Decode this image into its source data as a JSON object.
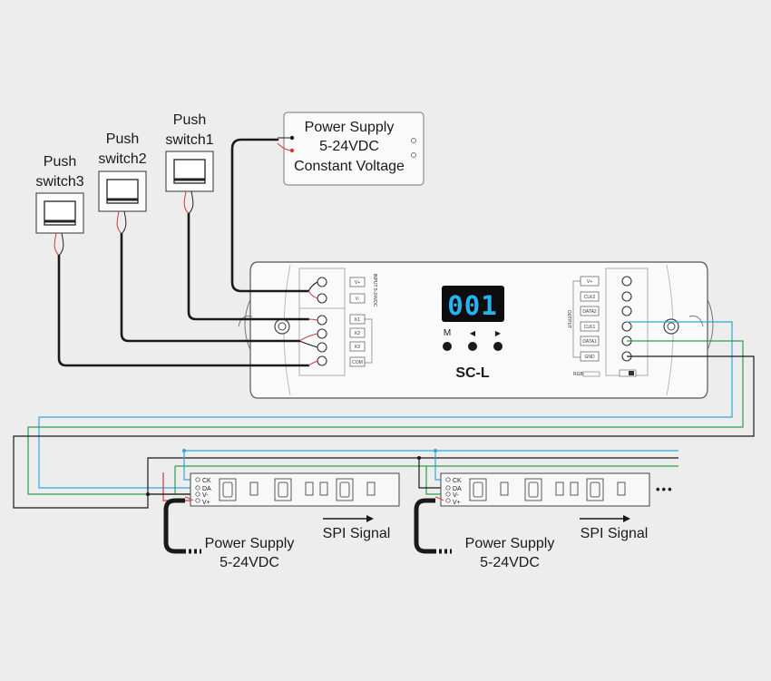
{
  "switches": [
    {
      "line1": "Push",
      "line2": "switch1"
    },
    {
      "line1": "Push",
      "line2": "switch2"
    },
    {
      "line1": "Push",
      "line2": "switch3"
    }
  ],
  "power_supply_top": {
    "line1": "Power Supply",
    "line2": "5-24VDC",
    "line3": "Constant Voltage"
  },
  "controller": {
    "display": "001",
    "model": "SC-L",
    "buttons": [
      "M",
      "◀",
      "▶"
    ],
    "input_group_label": "INPUT 5-24VDC",
    "input_terminals": [
      "V+",
      "V-"
    ],
    "key_terminals": [
      "K1",
      "K2",
      "K3",
      "COM"
    ],
    "output_group_label": "OUTPUT",
    "output_terminals": [
      "V+",
      "CLK2",
      "DATA2",
      "CLK1",
      "DATA1",
      "GND"
    ],
    "small_label": "RGB"
  },
  "strip_pads": [
    "CK",
    "DA",
    "V-",
    "V+"
  ],
  "strip_power_supply": {
    "line1": "Power Supply",
    "line2": "5-24VDC"
  },
  "signal_label": "SPI Signal",
  "ellipsis": "•••",
  "colors": {
    "background": "#ededed",
    "wire_black": "#1a1a1a",
    "wire_red": "#d23a3a",
    "clock_line": "#2fa8d8",
    "data_line": "#2e9e4e",
    "display_digits": "#27b3f0"
  }
}
